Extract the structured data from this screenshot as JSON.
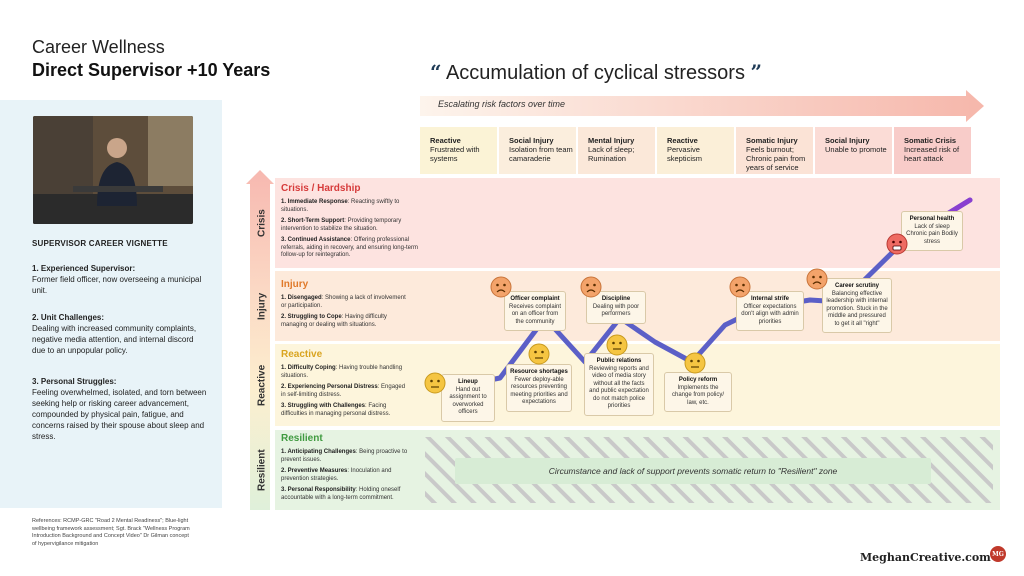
{
  "header": {
    "title_line1": "Career Wellness",
    "title_line2": "Direct Supervisor +10 Years"
  },
  "sidebar": {
    "vignette_title": "SUPERVISOR CAREER VIGNETTE",
    "items": [
      {
        "heading": "1. Experienced Supervisor:",
        "text": "Former field officer, now overseeing a municipal unit."
      },
      {
        "heading": "2. Unit Challenges:",
        "text": "Dealing with increased community complaints, negative media attention, and internal discord due to an unpopular policy."
      },
      {
        "heading": "3. Personal Struggles:",
        "text": "Feeling overwhelmed, isolated, and torn between seeking help or risking career advancement, compounded by physical pain, fatigue, and concerns raised by their spouse about sleep and stress."
      }
    ],
    "references": "References: RCMP-GRC \"Road 2 Mental Readiness\"; Blue-light wellbeing framework assessment; Sgt. Brack \"Wellness Program Introduction Background and Concept Video\" Dr Gilman concept of hypervigilance mitigation"
  },
  "diagram": {
    "quote_open": "“",
    "quote_close": "”",
    "heading": "Accumulation of cyclical stressors",
    "arrow_label": "Escalating risk factors over time",
    "stages": [
      {
        "title": "Reactive",
        "text": "Frustrated with systems",
        "color": "#fbf3d6"
      },
      {
        "title": "Social Injury",
        "text": "Isolation from team camaraderie",
        "color": "#fbeedd"
      },
      {
        "title": "Mental Injury",
        "text": "Lack of sleep; Rumination",
        "color": "#fbe8d9"
      },
      {
        "title": "Reactive",
        "text": "Pervasive skepticism",
        "color": "#fbefd8"
      },
      {
        "title": "Somatic Injury",
        "text": "Feels burnout; Chronic pain from years of service",
        "color": "#fbe3d6"
      },
      {
        "title": "Social Injury",
        "text": "Unable to promote",
        "color": "#fbdcd6"
      },
      {
        "title": "Somatic Crisis",
        "text": "Increased risk of heart attack",
        "color": "#f8ccc9"
      }
    ],
    "bands": {
      "crisis": {
        "vlabel": "Crisis",
        "label": "Crisis / Hardship",
        "color": "#d63b3b",
        "bg": "#fde3e0",
        "items": [
          {
            "h": "1. Immediate Response",
            "t": ": Reacting swiftly to situations."
          },
          {
            "h": "2. Short-Term Support",
            "t": ": Providing temporary intervention to stabilize the situation."
          },
          {
            "h": "3. Continued Assistance",
            "t": ": Offering professional referrals, aiding in recovery, and ensuring long-term follow-up for reintegration."
          }
        ]
      },
      "injury": {
        "vlabel": "Injury",
        "label": "Injury",
        "color": "#e07a2a",
        "bg": "#fdeadb",
        "items": [
          {
            "h": "1. Disengaged",
            "t": ": Showing a lack of involvement or participation."
          },
          {
            "h": "2. Struggling to Cope",
            "t": ": Having difficulty managing or dealing with situations."
          }
        ]
      },
      "reactive": {
        "vlabel": "Reactive",
        "label": "Reactive",
        "color": "#d9a420",
        "bg": "#fdf5dc",
        "items": [
          {
            "h": "1. Difficulty Coping",
            "t": ": Having trouble handling situations."
          },
          {
            "h": "2. Experiencing Personal Distress",
            "t": ": Engaged in self-limiting distress."
          },
          {
            "h": "3. Struggling with Challenges",
            "t": ": Facing difficulties in managing personal distress."
          }
        ]
      },
      "resilient": {
        "vlabel": "Resilient",
        "label": "Resilient",
        "color": "#3f9a3f",
        "bg": "#e6f3e2",
        "items": [
          {
            "h": "1. Anticipating Challenges",
            "t": ": Being proactive to prevent issues."
          },
          {
            "h": "2. Preventive Measures",
            "t": ": Inoculation and prevention strategies."
          },
          {
            "h": "3. Personal Responsibility",
            "t": ": Holding oneself accountable with a long-term commitment."
          }
        ]
      }
    },
    "events": [
      {
        "title": "Lineup",
        "text": "Hand out assignment to overworked officers"
      },
      {
        "title": "Officer complaint",
        "text": "Receives complaint on an officer from the community"
      },
      {
        "title": "Resource shortages",
        "text": "Fewer deploy-able resources preventing meeting priorities and expectations"
      },
      {
        "title": "Discipline",
        "text": "Dealing with poor performers"
      },
      {
        "title": "Public relations",
        "text": "Reviewing reports and video of media story without all the facts and public expectation do not match police priorities"
      },
      {
        "title": "Policy reform",
        "text": "Implements the change from policy/ law, etc."
      },
      {
        "title": "Internal strife",
        "text": "Officer expectations don't align with admin priorities"
      },
      {
        "title": "Career scrutiny",
        "text": "Balancing effective leadership with internal promotion. Stuck in the middle and pressured to get it all \"right\""
      },
      {
        "title": "Personal health",
        "text": "Lack of sleep Chronic pain Bodily stress"
      }
    ],
    "banner": "Circumstance and lack of support prevents somatic return to \"Resilient\" zone"
  },
  "footer": {
    "brand": "MeghanCreative.com",
    "brand_icon": "MG"
  }
}
